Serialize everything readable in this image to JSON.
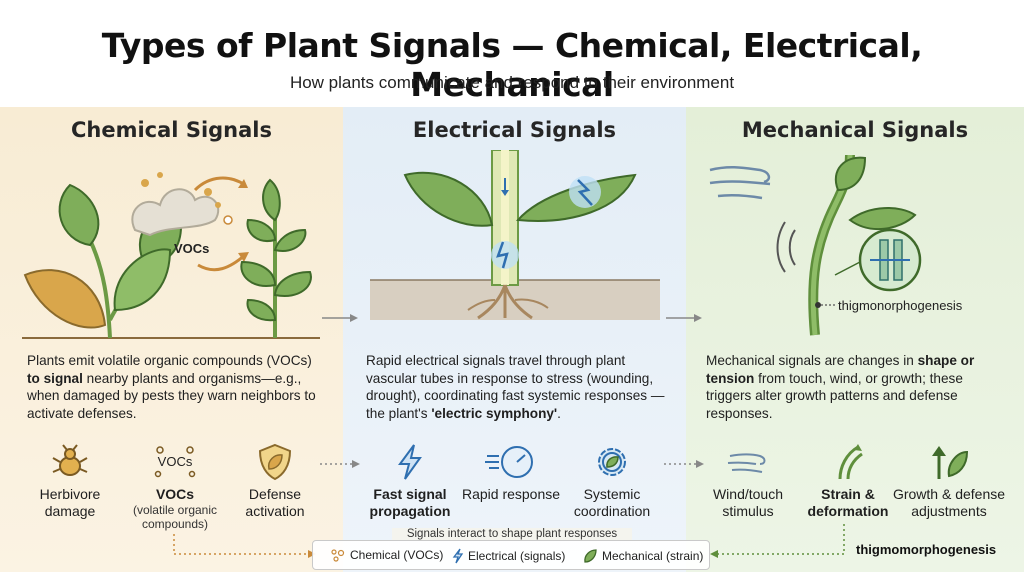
{
  "header": {
    "title": "Types of Plant Signals — Chemical, Electrical, Mechanical",
    "subtitle": "How plants communicate and respond to their environment"
  },
  "panels": {
    "chemical": {
      "title": "Chemical Signals",
      "illus_label": "VOCs",
      "desc_pre": "Plants emit volatile organic compounds (VOCs) ",
      "desc_bold": "to signal",
      "desc_post": " nearby plants and organisms—e.g., when damaged by pests they warn neighbors to activate defenses.",
      "items": [
        {
          "label": "Herbivore damage",
          "icon": "bug-icon"
        },
        {
          "label": "VOCs",
          "sublabel": "(volatile organic compounds)",
          "icon": "vocs-icon",
          "icon_text": "VOCs"
        },
        {
          "label": "Defense activation",
          "icon": "shield-leaf-icon"
        }
      ]
    },
    "electrical": {
      "title": "Electrical Signals",
      "desc_pre": "Rapid electrical signals travel through plant vascular tubes in response to stress (wounding, drought), coordinating fast systemic responses — the plant's ",
      "desc_bold": "'electric symphony'",
      "desc_post": ".",
      "items": [
        {
          "label": "Fast signal propagation",
          "icon": "lightning-icon"
        },
        {
          "label": "Rapid response",
          "icon": "stopwatch-icon"
        },
        {
          "label": "Systemic coordination",
          "icon": "gear-leaf-icon"
        }
      ]
    },
    "mechanical": {
      "title": "Mechanical Signals",
      "illus_label": "thigmonorphogenesis",
      "desc_pre": "Mechanical signals are changes in ",
      "desc_bold": "shape or tension",
      "desc_post": " from touch, wind, or growth; these triggers alter growth patterns and defense responses.",
      "items": [
        {
          "label": "Wind/touch stimulus",
          "icon": "wind-icon"
        },
        {
          "label": "Strain & deformation",
          "icon": "bent-stem-icon"
        },
        {
          "label": "Growth & defense adjustments",
          "icon": "growth-arrow-leaf-icon"
        }
      ],
      "bottom_label": "thigmomorphogenesis"
    }
  },
  "legend": {
    "title": "Signals interact to shape plant responses",
    "items": [
      {
        "label": "Chemical (VOCs)",
        "icon": "vocs-dots-icon"
      },
      {
        "label": "Electrical (signals)",
        "icon": "lightning-icon"
      },
      {
        "label": "Mechanical (strain)",
        "icon": "leaf-icon"
      }
    ]
  },
  "colors": {
    "chemical_bg": "#f8ecd4",
    "electrical_bg": "#e3edf6",
    "mechanical_bg": "#e4efd8",
    "leaf_green": "#7fae5a",
    "accent_orange": "#c98a3a",
    "accent_blue": "#2f6fb0"
  }
}
